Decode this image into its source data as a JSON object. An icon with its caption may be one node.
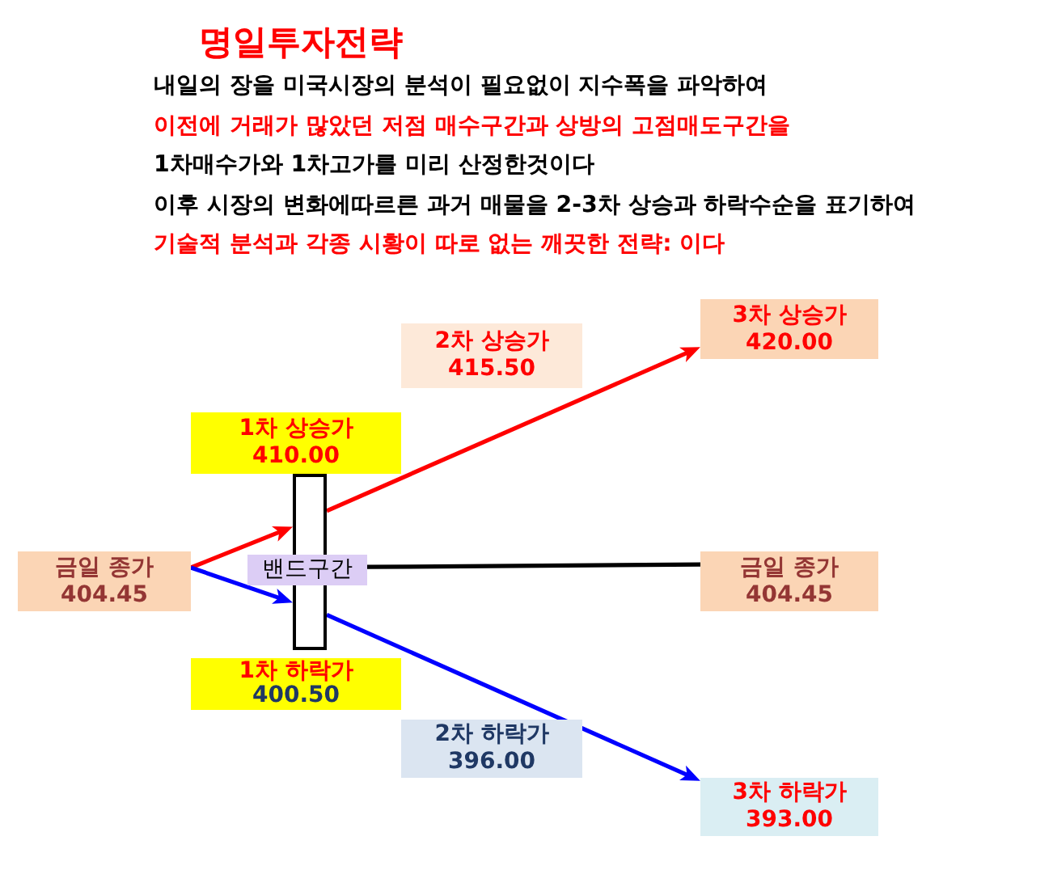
{
  "diagram": {
    "title": "명일투자전략",
    "nodes": [
      {
        "text": [
          "3차 상승가",
          "420.00"
        ]
      },
      {
        "text": [
          "2차 상승가",
          "415.50"
        ]
      },
      {
        "text": [
          "1차 상승가",
          "410.00"
        ]
      },
      {
        "text": [],
        "shape": "box"
      },
      {
        "text": [
          "금일 종가",
          "404.45"
        ]
      },
      {
        "text": [
          "밴드구간"
        ]
      },
      {
        "text": [
          "금일 종가",
          "404.45"
        ]
      },
      {
        "text": [
          "1차 하락가",
          "400.50"
        ]
      },
      {
        "text": [
          "2차 하락가",
          "396.00"
        ]
      },
      {
        "text": [
          "3차 하락가",
          "393.00"
        ]
      }
    ],
    "edges": [
      {
        "from": 4,
        "to": 3,
        "arrow": "to",
        "color": "#ff0000"
      },
      {
        "from": 3,
        "to": 0,
        "arrow": "to",
        "color": "#ff0000"
      },
      {
        "from": 4,
        "to": 3,
        "arrow": "to",
        "color": "#0000ff"
      },
      {
        "from": 3,
        "to": 9,
        "arrow": "to",
        "color": "#0000ff"
      },
      {
        "from": 5,
        "to": 6,
        "arrow": "none",
        "color": "#000000"
      }
    ],
    "labels": [
      "내일의 장을 미국시장의 분석이 필요없이 지수폭을 파악하여",
      "이전에 거래가 많았던 저점 매수구간과 상방의 고점매도구간을",
      "1차매수가와 1차고가를 미리 산정한것이다",
      "이후 시장의 변화에따르른 과거 매물을 2-3차 상승과 하락수순을 표기하여",
      "기술적 분석과 각종 시황이 따로 없는 깨끗한 전략: 이다"
    ]
  }
}
